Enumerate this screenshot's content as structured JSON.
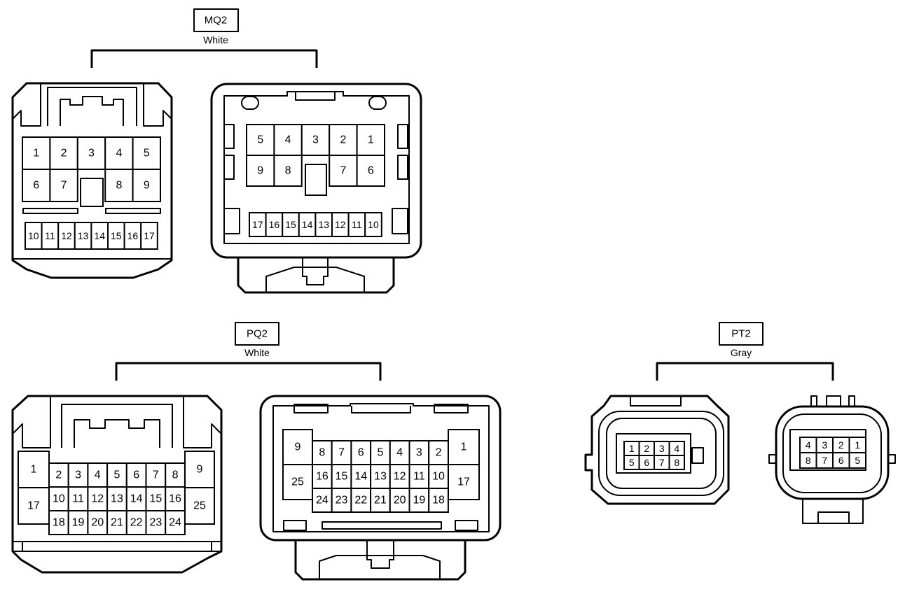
{
  "connectors": {
    "mq2": {
      "code": "MQ2",
      "color": "White",
      "left": {
        "row1": [
          "1",
          "2",
          "3",
          "4",
          "5"
        ],
        "row2": [
          "6",
          "7",
          "",
          "8",
          "9"
        ],
        "row3": [
          "10",
          "11",
          "12",
          "13",
          "14",
          "15",
          "16",
          "17"
        ]
      },
      "right": {
        "row1": [
          "5",
          "4",
          "3",
          "2",
          "1"
        ],
        "row2": [
          "9",
          "8",
          "",
          "7",
          "6"
        ],
        "row3": [
          "17",
          "16",
          "15",
          "14",
          "13",
          "12",
          "11",
          "10"
        ]
      }
    },
    "pq2": {
      "code": "PQ2",
      "color": "White",
      "left": {
        "side_left": [
          "1",
          "17"
        ],
        "side_right": [
          "9",
          "25"
        ],
        "row1": [
          "2",
          "3",
          "4",
          "5",
          "6",
          "7",
          "8"
        ],
        "row2": [
          "10",
          "11",
          "12",
          "13",
          "14",
          "15",
          "16"
        ],
        "row3": [
          "18",
          "19",
          "20",
          "21",
          "22",
          "23",
          "24"
        ]
      },
      "right": {
        "side_left": [
          "9",
          "25"
        ],
        "side_right": [
          "1",
          "17"
        ],
        "row1": [
          "8",
          "7",
          "6",
          "5",
          "4",
          "3",
          "2"
        ],
        "row2": [
          "16",
          "15",
          "14",
          "13",
          "12",
          "11",
          "10"
        ],
        "row3": [
          "24",
          "23",
          "22",
          "21",
          "20",
          "19",
          "18"
        ]
      }
    },
    "pt2": {
      "code": "PT2",
      "color": "Gray",
      "left": {
        "row1": [
          "1",
          "2",
          "3",
          "4"
        ],
        "row2": [
          "5",
          "6",
          "7",
          "8"
        ]
      },
      "right": {
        "row1": [
          "4",
          "3",
          "2",
          "1"
        ],
        "row2": [
          "8",
          "7",
          "6",
          "5"
        ]
      }
    }
  }
}
